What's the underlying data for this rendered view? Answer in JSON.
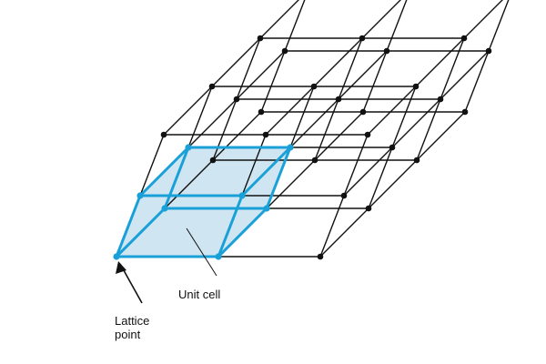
{
  "labels": {
    "unit_cell": "Unit cell",
    "lattice_point_line1": "Lattice",
    "lattice_point_line2": "point"
  },
  "colors": {
    "lattice_line": "#111111",
    "lattice_point": "#111111",
    "unit_cell_edge": "#1aa0d8",
    "unit_cell_fill": "#cfe6f2",
    "arrow": "#111111"
  }
}
